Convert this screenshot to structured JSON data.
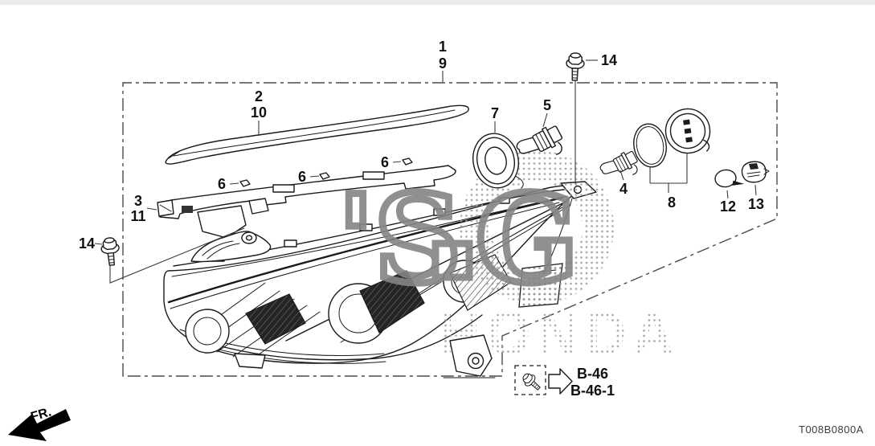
{
  "diagram": {
    "code": "T008B0800A",
    "direction": "FR.",
    "callouts": {
      "c1": "1",
      "c2": "2",
      "c3": "3",
      "c4": "4",
      "c5": "5",
      "c6": "6",
      "c7": "7",
      "c8": "8",
      "c9": "9",
      "c10": "10",
      "c11": "11",
      "c12": "12",
      "c13": "13",
      "c14": "14"
    },
    "ref_box": {
      "line1": "B-46",
      "line2": "B-46-1"
    },
    "watermark": {
      "script_left": "'S",
      "script_right": "G",
      "brand": "HONDA"
    },
    "colors": {
      "line": "#1a1a1a",
      "watermark_gray": "#858585",
      "halftone_dot": "#9b9b9b"
    }
  }
}
